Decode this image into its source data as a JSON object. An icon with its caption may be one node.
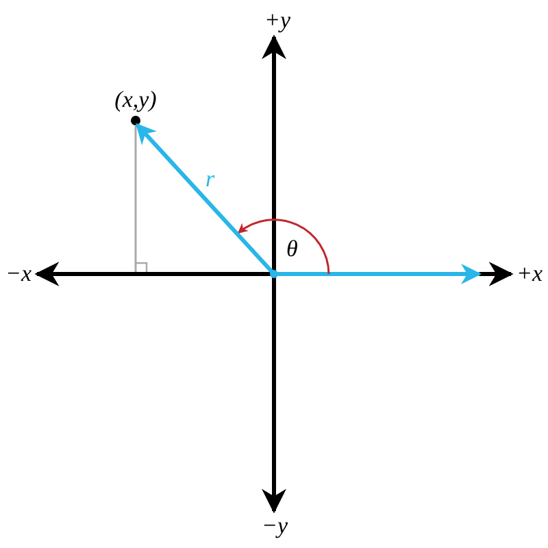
{
  "diagram": {
    "nodes": [
      {
        "text": [
          "(x,y)"
        ]
      },
      {
        "text": [],
        "shape": "point"
      }
    ],
    "edges": [
      {
        "from": 1,
        "to": 0,
        "arrow": "to",
        "label": "r"
      }
    ],
    "labels": [
      "+y",
      "θ",
      "−x",
      "+x",
      "−y"
    ]
  }
}
